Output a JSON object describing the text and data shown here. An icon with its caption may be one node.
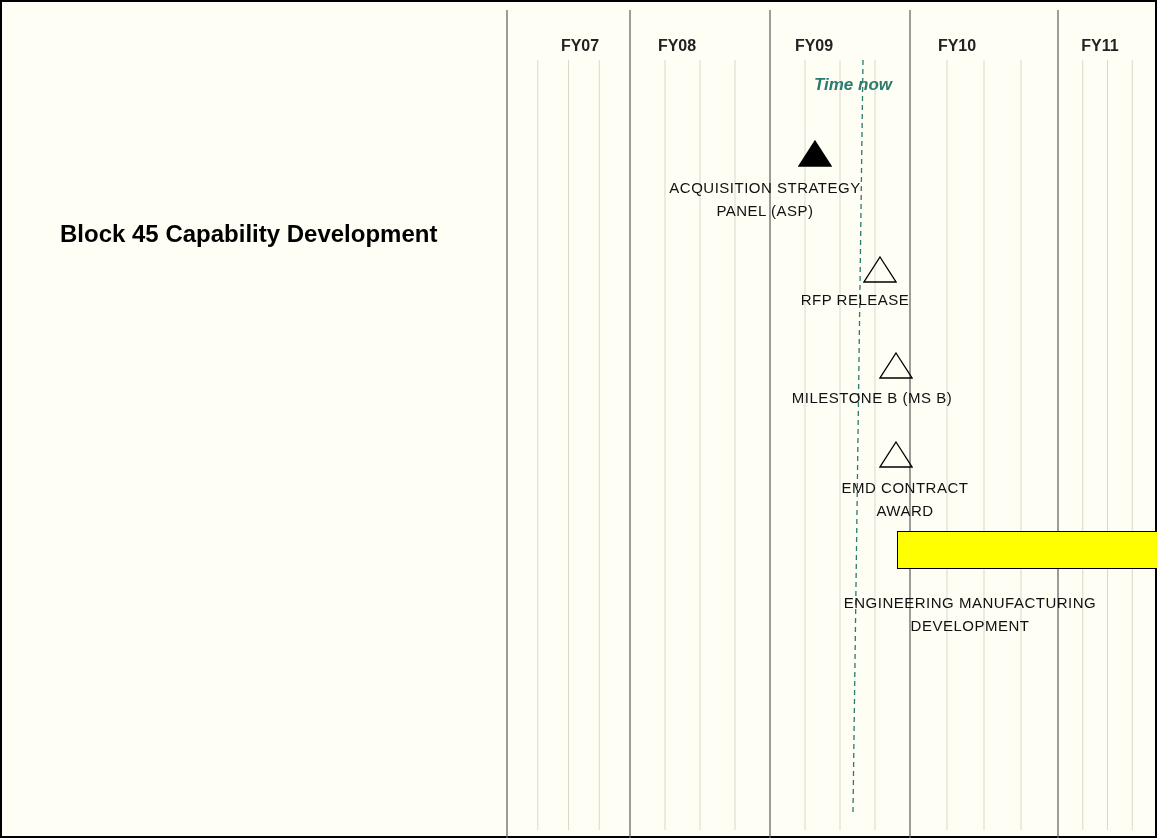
{
  "diagram": {
    "title": "Block 45 Capability Development",
    "nodes": [
      {
        "text": [],
        "shape": "triangle",
        "beside": [
          "ACQUISITION STRATEGY PANEL (ASP)"
        ]
      },
      {
        "text": [],
        "shape": "triangle",
        "beside": [
          "RFP RELEASE"
        ]
      },
      {
        "text": [],
        "shape": "triangle",
        "beside": [
          "MILESTONE B (MS B)"
        ]
      },
      {
        "text": [],
        "shape": "triangle",
        "beside": [
          "EMD CONTRACT AWARD"
        ]
      },
      {
        "text": [],
        "shape": "bar",
        "beside": [
          "ENGINEERING MANUFACTURING DEVELOPMENT"
        ]
      }
    ],
    "labels": [
      "FY07",
      "FY08",
      "FY09",
      "FY10",
      "FY11",
      "Time now"
    ]
  }
}
